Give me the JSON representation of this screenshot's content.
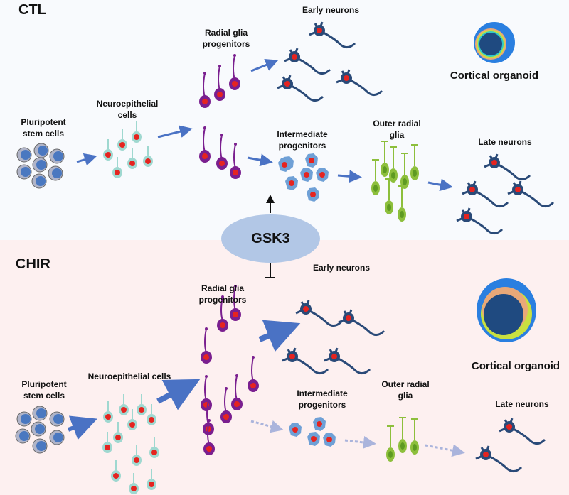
{
  "ctl": {
    "title": "CTL",
    "labels": {
      "pluripotent": "Pluripotent\nstem cells",
      "neuroepithelial": "Neuroepithelial\ncells",
      "radial_glia": "Radial glia\nprogenitors",
      "early_neurons": "Early neurons",
      "intermediate": "Intermediate\nprogenitors",
      "outer_radial": "Outer radial\nglia",
      "late_neurons": "Late neurons",
      "organoid": "Cortical organoid"
    }
  },
  "gsk3": {
    "label": "GSK3",
    "ctl_effect": "activation",
    "chir_effect": "inhibition"
  },
  "chir": {
    "title": "CHIR",
    "labels": {
      "pluripotent": "Pluripotent\nstem cells",
      "neuroepithelial": "Neuroepithelial cells",
      "radial_glia": "Radial glia\nprogenitors",
      "early_neurons": "Early neurons",
      "intermediate": "Intermediate\nprogenitors",
      "outer_radial": "Outer radial\nglia",
      "late_neurons": "Late neurons",
      "organoid": "Cortical organoid"
    }
  },
  "colors": {
    "ctl_bg": "#f8fafd",
    "chir_bg": "#fdf0f0",
    "arrow": "#4a72c4",
    "dotted_arrow": "#aab4dc",
    "gsk3": "#b2c7e6",
    "stem_cell": "#4a78c0",
    "neuroepithelial": "#9fd8d0",
    "radial_glia": "#7a1f8f",
    "neuron": "#2a4a78",
    "nucleus": "#e52420",
    "outer_radial_glia": "#8dbf3c"
  }
}
